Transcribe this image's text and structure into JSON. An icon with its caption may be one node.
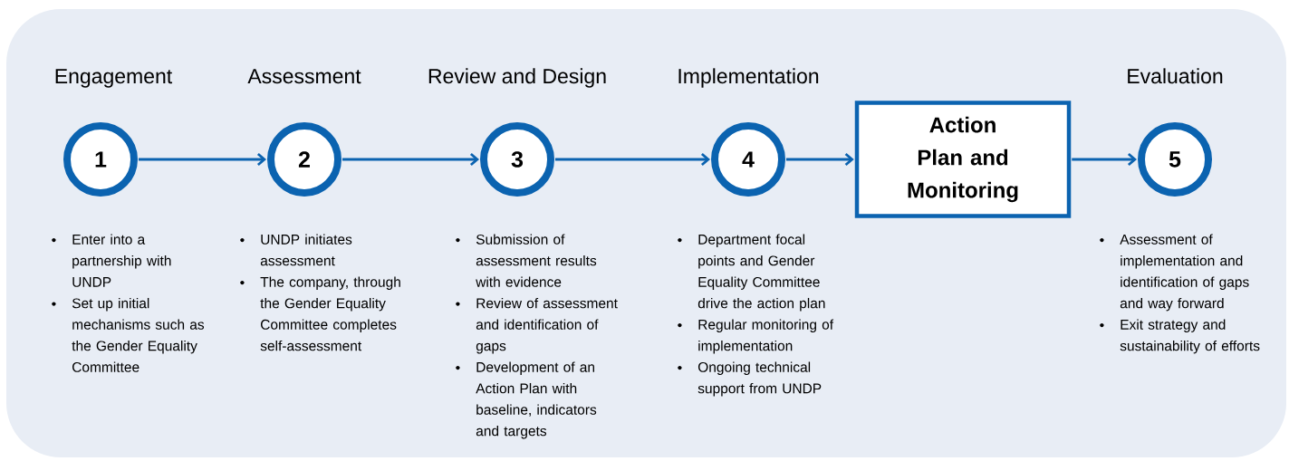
{
  "diagram": {
    "nodes": [
      {
        "text": [
          "Engagement",
          "1"
        ],
        "beside": [
          "Enter into a partnership with UNDP",
          "Set up initial mechanisms such as the Gender Equality Committee"
        ]
      },
      {
        "text": [
          "Assessment",
          "2"
        ],
        "beside": [
          "UNDP initiates assessment",
          "The company, through the Gender Equality Committee completes self-assessment"
        ]
      },
      {
        "text": [
          "Review and Design",
          "3"
        ],
        "beside": [
          "Submission of assessment results with evidence",
          "Review of assessment and identification of gaps",
          "Development of an Action Plan with baseline, indicators and targets"
        ]
      },
      {
        "text": [
          "Implementation",
          "4"
        ],
        "beside": [
          "Department focal points and Gender Equality Committee drive the action plan",
          "Regular monitoring of implementation",
          "Ongoing technical support from UNDP"
        ]
      },
      {
        "text": [
          "Action Plan and Monitoring"
        ]
      },
      {
        "text": [
          "Evaluation",
          "5"
        ],
        "beside": [
          "Assessment of implementation and identification of gaps and way forward",
          "Exit strategy and sustainability of efforts"
        ]
      }
    ],
    "edges": [
      {
        "from": 0,
        "to": 1,
        "arrow": "to"
      },
      {
        "from": 1,
        "to": 2,
        "arrow": "to"
      },
      {
        "from": 2,
        "to": 3,
        "arrow": "to"
      },
      {
        "from": 3,
        "to": 4,
        "arrow": "to"
      },
      {
        "from": 4,
        "to": 5,
        "arrow": "to"
      }
    ]
  }
}
